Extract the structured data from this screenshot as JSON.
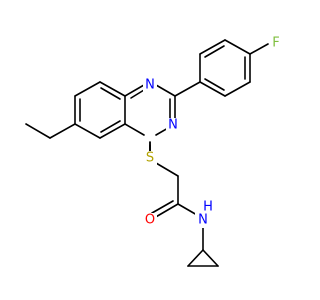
{
  "molecule": {
    "atoms": {
      "N1": {
        "symbol": "N",
        "color": "#0000ff"
      },
      "N3": {
        "symbol": "N",
        "color": "#0000ff"
      },
      "S": {
        "symbol": "S",
        "color": "#b2a200"
      },
      "F": {
        "symbol": "F",
        "color": "#7fbf3f"
      },
      "O": {
        "symbol": "O",
        "color": "#ff0000"
      },
      "NH_N": {
        "symbol": "N",
        "color": "#0000ff"
      },
      "NH_H": {
        "symbol": "H",
        "color": "#0000ff"
      }
    }
  }
}
